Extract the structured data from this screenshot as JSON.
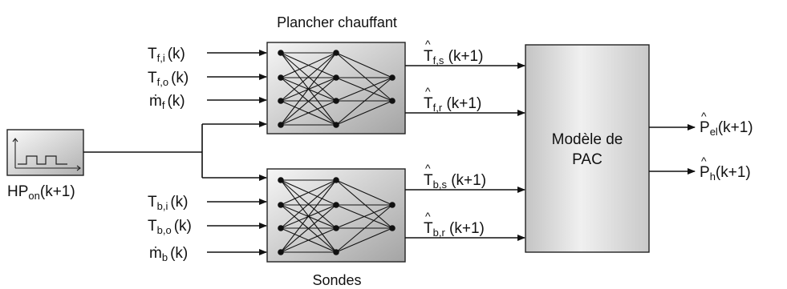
{
  "title_top": "Plancher chauffant",
  "title_bottom": "Sondes",
  "signal_input": {
    "base": "HP",
    "sub": "on",
    "suffix": "(k+1)"
  },
  "floor_inputs": [
    {
      "base": "T",
      "sub": "f,i",
      "suffix": "(k)"
    },
    {
      "base": "T",
      "sub": "f,o",
      "suffix": "(k)"
    },
    {
      "base": "ṁ",
      "sub": "f",
      "suffix": "(k)"
    }
  ],
  "probe_inputs": [
    {
      "base": "T",
      "sub": "b,i",
      "suffix": "(k)"
    },
    {
      "base": "T",
      "sub": "b,o",
      "suffix": "(k)"
    },
    {
      "base": "ṁ",
      "sub": "b",
      "suffix": "(k)"
    }
  ],
  "floor_outputs": [
    {
      "hat": "^",
      "base": "T",
      "sub": "f,s",
      "suffix": " (k+1)"
    },
    {
      "hat": "^",
      "base": "T",
      "sub": "f,r",
      "suffix": " (k+1)"
    }
  ],
  "probe_outputs": [
    {
      "hat": "^",
      "base": "T",
      "sub": "b,s",
      "suffix": " (k+1)"
    },
    {
      "hat": "^",
      "base": "T",
      "sub": "b,r",
      "suffix": " (k+1)"
    }
  ],
  "model": {
    "line1": "Modèle de",
    "line2": "PAC"
  },
  "model_outputs": [
    {
      "hat": "^",
      "base": "P",
      "sub": "el",
      "suffix": "(k+1)"
    },
    {
      "hat": "^",
      "base": "P",
      "sub": "h",
      "suffix": "(k+1)"
    }
  ],
  "colors": {
    "line": "#111111",
    "box_light": "#f4f4f4",
    "box_dark": "#a8a8a8"
  }
}
